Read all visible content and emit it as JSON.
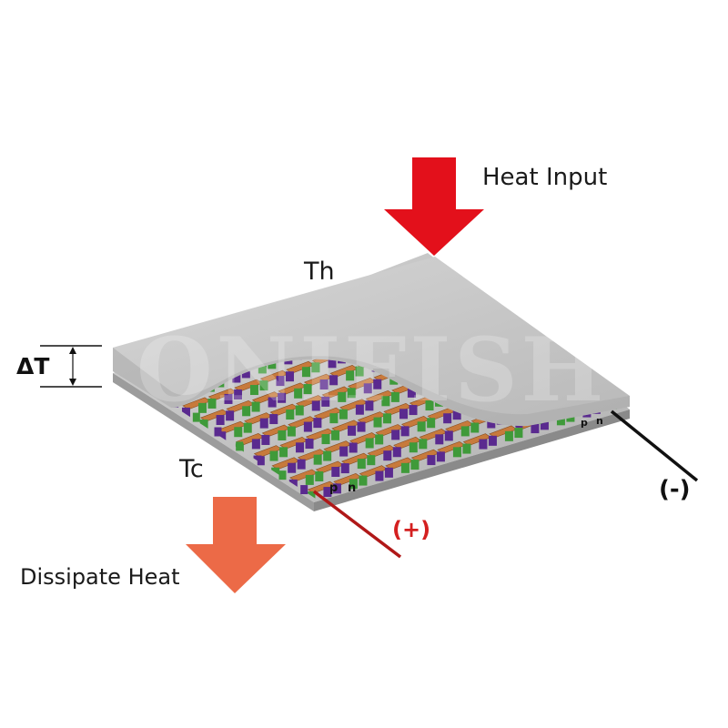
{
  "labels": {
    "heat_input": "Heat Input",
    "hot_side": "Th",
    "delta_t": "ΔT",
    "cold_side": "Tc",
    "dissipate_heat": "Dissipate Heat",
    "negative_terminal": "(-)",
    "positive_terminal": "(+)",
    "p_type": "p",
    "n_type": "n",
    "watermark": "ONIFISH"
  },
  "colors": {
    "heat_input_arrow": "#e3101b",
    "dissipate_arrow": "#ec6a47",
    "plate_top": "#c9c9c9",
    "plate_edge": "#8f8f8f",
    "copper_bridge": "#c77a3c",
    "p_leg": "#5a2a8f",
    "n_leg": "#3f9a3a",
    "positive_wire": "#b01818",
    "negative_wire": "#111111",
    "positive_text": "#d42020"
  }
}
